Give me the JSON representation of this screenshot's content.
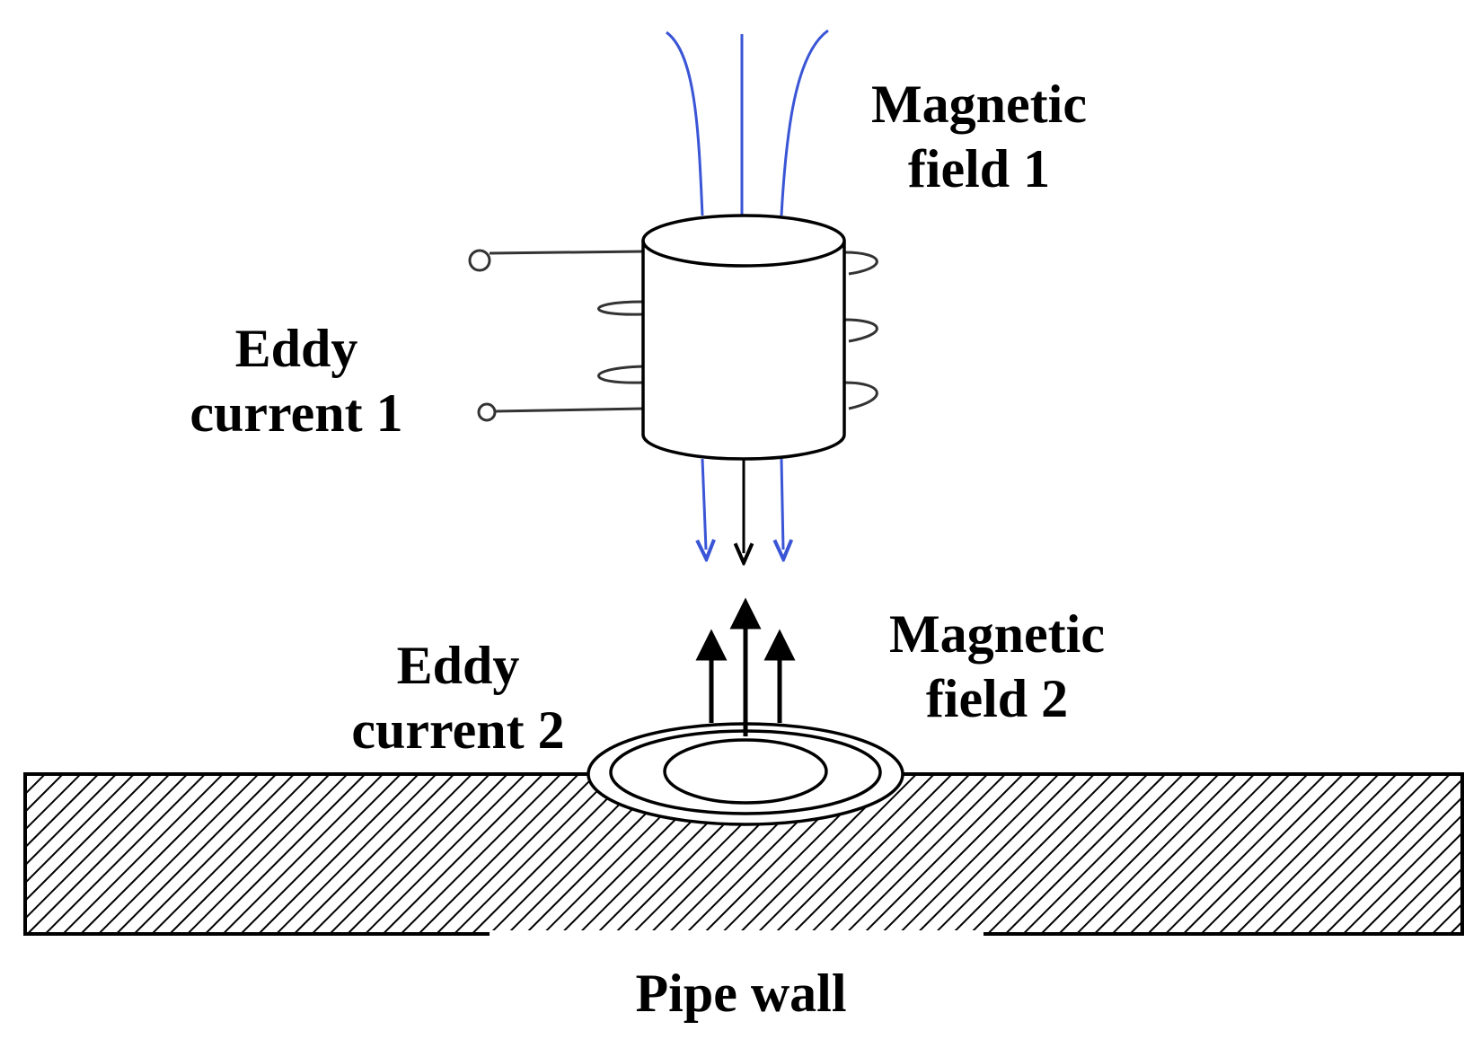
{
  "labels": {
    "magnetic_field_1": {
      "line1": "Magnetic",
      "line2": "field 1"
    },
    "eddy_current_1": {
      "line1": "Eddy",
      "line2": "current 1"
    },
    "magnetic_field_2": {
      "line1": "Magnetic",
      "line2": "field 2"
    },
    "eddy_current_2": {
      "line1": "Eddy",
      "line2": "current 2"
    },
    "pipe_wall": "Pipe wall"
  },
  "colors": {
    "field_lines_1": "#3a55d6",
    "ink": "#000000",
    "background": "#ffffff"
  }
}
